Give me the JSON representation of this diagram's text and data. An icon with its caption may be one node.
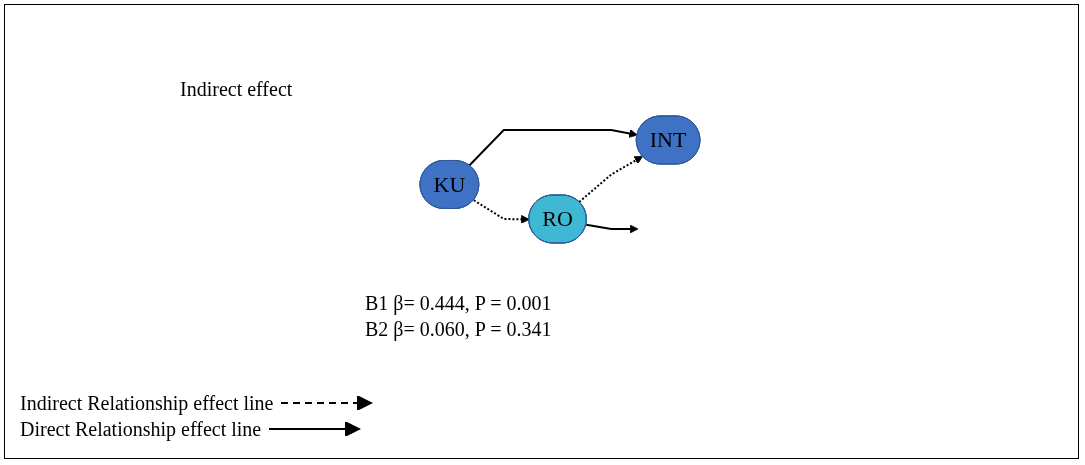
{
  "diagram": {
    "nodes": [
      {
        "text": [
          "RO"
        ]
      },
      {
        "text": [
          "KU"
        ]
      },
      {
        "text": [
          "INT"
        ]
      }
    ],
    "edges": [
      {
        "from": 1,
        "to": 0,
        "arrow": "to",
        "style": "dashed"
      },
      {
        "from": 0,
        "to": 2,
        "arrow": "to",
        "style": "dashed"
      },
      {
        "from": 1,
        "to": 2,
        "arrow": "to"
      },
      {
        "from": 0,
        "to": null,
        "arrow": "to"
      }
    ],
    "labels": [
      "Indirect effect",
      "B1 β= 0.444, P = 0.001",
      "B2 β= 0.060, P = 0.341"
    ],
    "legend": [
      {
        "text": "Indirect Relationship effect line"
      },
      {
        "text": "Direct Relationship effect line"
      }
    ]
  }
}
